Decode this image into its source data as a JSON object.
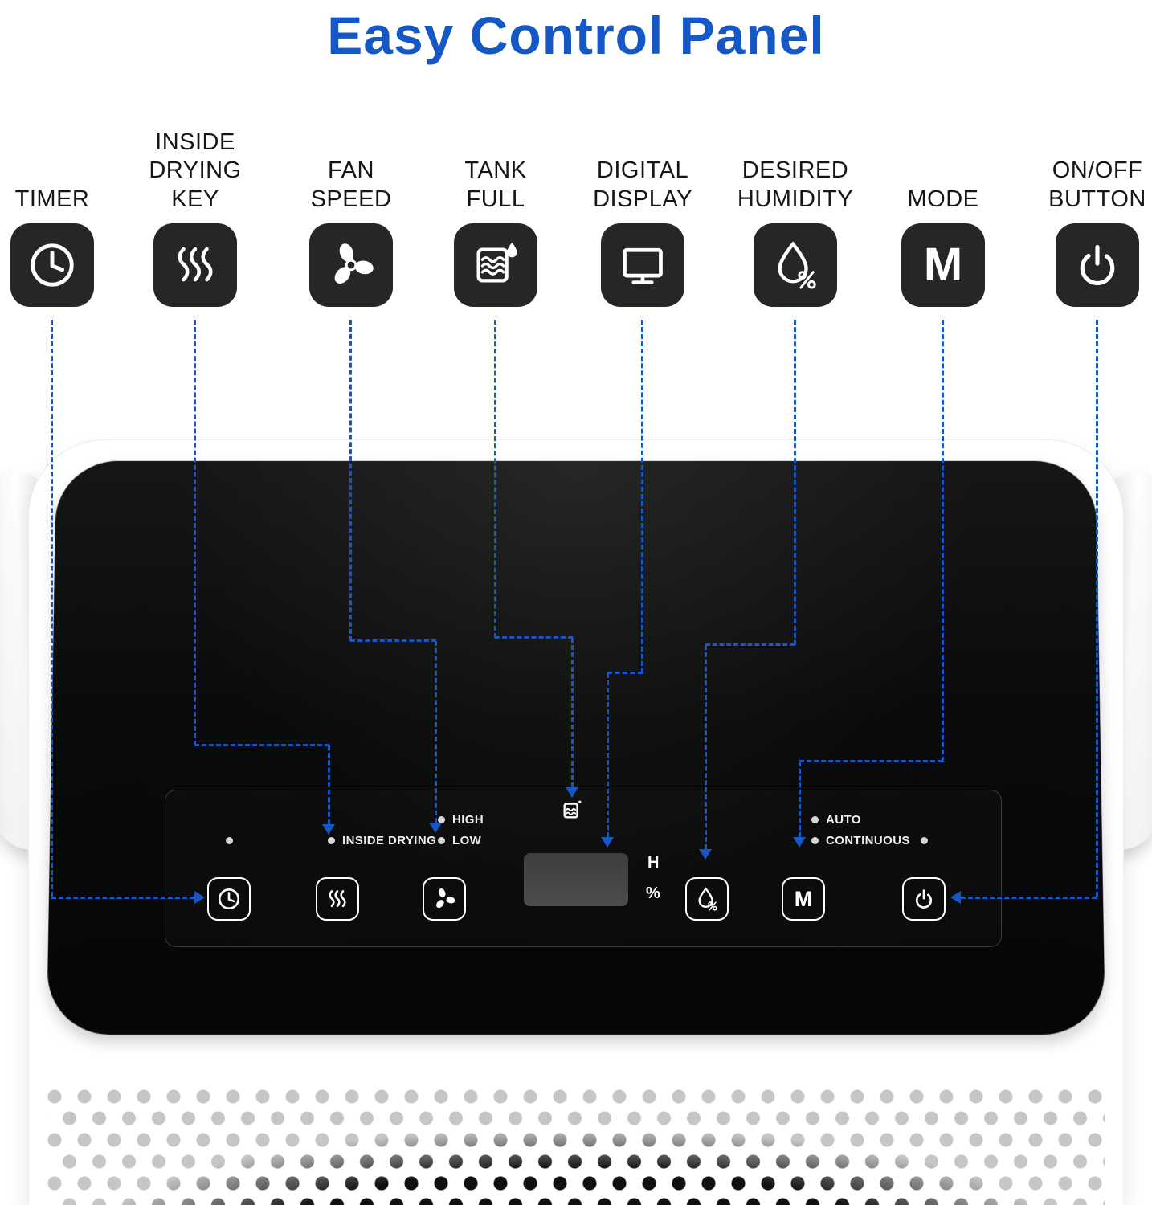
{
  "title": "Easy Control Panel",
  "features": [
    {
      "label": "TIMER",
      "icon": "clock-icon"
    },
    {
      "label": "INSIDE DRYING KEY",
      "icon": "heat-waves-icon"
    },
    {
      "label": "FAN SPEED",
      "icon": "fan-icon"
    },
    {
      "label": "TANK FULL",
      "icon": "tank-water-icon"
    },
    {
      "label": "DIGITAL DISPLAY",
      "icon": "monitor-icon"
    },
    {
      "label": "DESIRED HUMIDITY",
      "icon": "humidity-drop-icon"
    },
    {
      "label": "MODE",
      "icon": "letter-m-icon"
    },
    {
      "label": "ON/OFF BUTTON",
      "icon": "power-icon"
    }
  ],
  "panel": {
    "indicators": {
      "inside_drying": "INSIDE DRYING",
      "high": "HIGH",
      "low": "LOW",
      "auto": "AUTO",
      "continuous": "CONTINUOUS"
    },
    "display": {
      "hours_label": "H",
      "percent_label": "%"
    },
    "mode_letter": "M"
  },
  "colors": {
    "accent_blue": "#1657c6",
    "tile_background": "#262626"
  }
}
